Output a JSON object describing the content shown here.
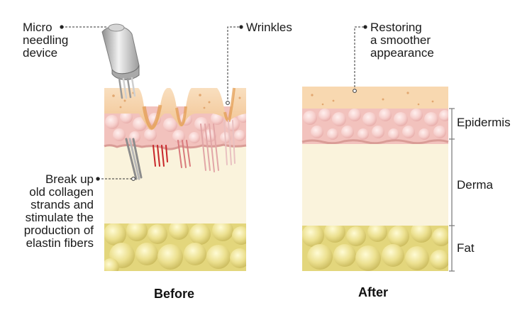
{
  "labels": {
    "microneedling": "Micro\nneedling\ndevice",
    "wrinkles": "Wrinkles",
    "restoring": "Restoring\na smoother\nappearance",
    "breakup": "Break up\nold collagen\nstrands and\nstimulate the\nproduction of\nelastin fibers"
  },
  "layers": {
    "epidermis": "Epidermis",
    "derma": "Derma",
    "fat": "Fat"
  },
  "captions": {
    "before": "Before",
    "after": "After"
  },
  "colors": {
    "outer_skin": "#f7d6ae",
    "epidermis": "#f3c3c0",
    "derma": "#faf3dc",
    "fat": "#e6db86",
    "needle": "#c8c8c8",
    "punctures": "#c8272b"
  }
}
